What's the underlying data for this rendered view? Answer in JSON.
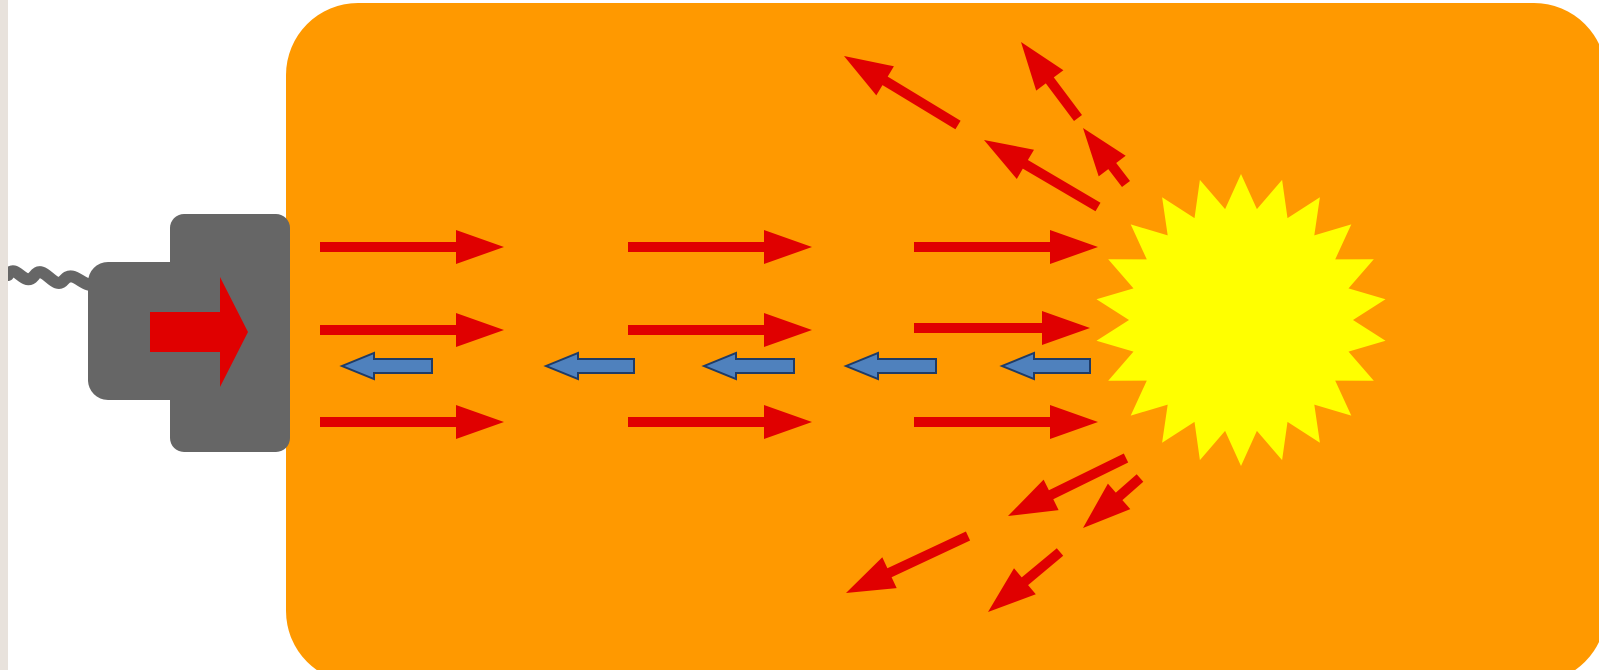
{
  "colors": {
    "page_background": "#e8e2dc",
    "canvas_background": "#ffffff",
    "medium": "#ff9900",
    "emitter_body": "#666666",
    "emitted_arrow": "#e00000",
    "reflected_arrow": "#4f81bd",
    "reflected_arrow_outline": "#1f3b66",
    "sun": "#ffff00"
  },
  "icons": {
    "emitter": "torch-icon",
    "source": "sun-icon"
  },
  "arrow_groups": {
    "emitted_rows": 3,
    "emitted_columns": 3,
    "reflected": 5,
    "scattered_up": 4,
    "scattered_down": 4
  }
}
